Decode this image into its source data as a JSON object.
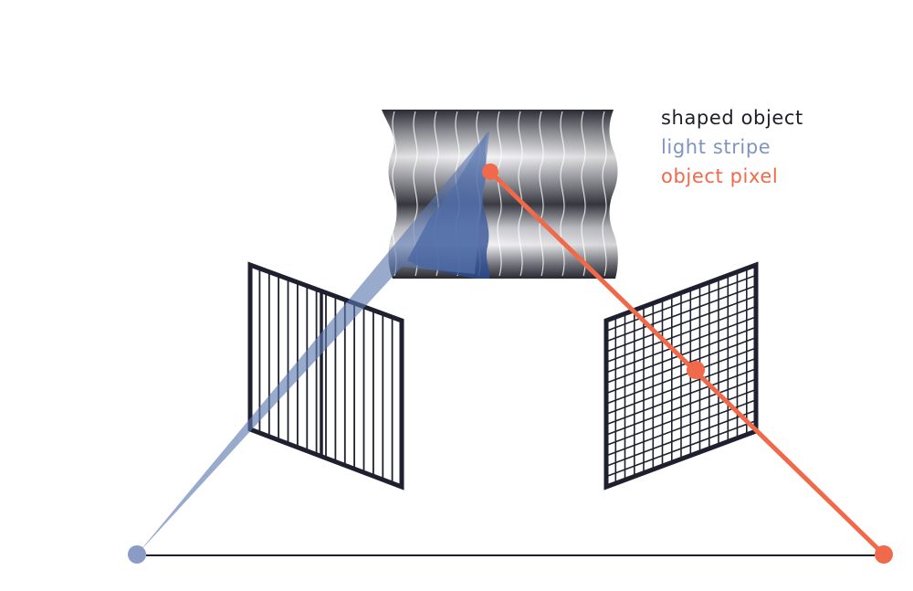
{
  "legend": {
    "items": [
      {
        "key": "shaped-object",
        "label": "shaped object",
        "color": "#1e1f2b"
      },
      {
        "key": "light-stripe",
        "label": "light stripe",
        "color": "#7f95bf"
      },
      {
        "key": "object-pixel",
        "label": "object pixel",
        "color": "#f0694a"
      }
    ]
  },
  "colors": {
    "frame": "#1e2030",
    "baseline": "#1e2030",
    "projector_point": "#8a9cc6",
    "light_beam": "#5b78ae",
    "object_ray": "#f0694a"
  },
  "elements": {
    "projector": "light source point (left)",
    "camera": "camera point (right)",
    "projector_grid": "vertical stripe pattern",
    "camera_grid": "pixel grid"
  }
}
